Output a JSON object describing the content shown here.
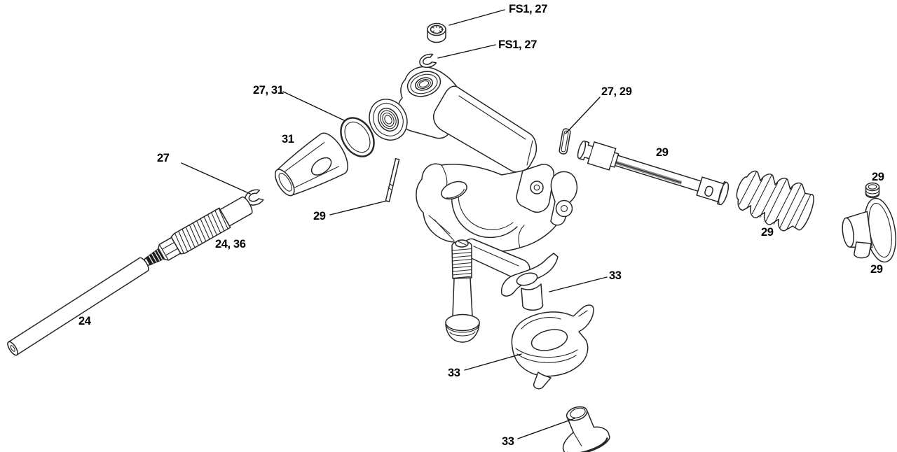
{
  "diagram": {
    "type": "exploded-view-parts-diagram",
    "subject": "lever body and handlebar clamp assembly",
    "background": "#ffffff",
    "line_color": "#262626",
    "label_color": "#000000",
    "callouts": [
      {
        "text": "FS1, 27",
        "part": "cap-nut"
      },
      {
        "text": "FS1, 27",
        "part": "snap-washer"
      },
      {
        "text": "27, 31",
        "part": "o-ring"
      },
      {
        "text": "31",
        "part": "barrel-adjuster-knob"
      },
      {
        "text": "27",
        "part": "washer"
      },
      {
        "text": "29",
        "part": "roll-pin"
      },
      {
        "text": "24, 36",
        "part": "threaded-barrel"
      },
      {
        "text": "24",
        "part": "sleeve-tube"
      },
      {
        "text": "27, 29",
        "part": "retaining-clip"
      },
      {
        "text": "29",
        "part": "plunger-rod"
      },
      {
        "text": "29",
        "part": "bellows-boot"
      },
      {
        "text": "29",
        "part": "set-screw"
      },
      {
        "text": "29",
        "part": "adjuster-wheel"
      },
      {
        "text": "33",
        "part": "lever-insert-upper"
      },
      {
        "text": "33",
        "part": "lever-insert-lower"
      },
      {
        "text": "33",
        "part": "push-knob"
      }
    ]
  }
}
